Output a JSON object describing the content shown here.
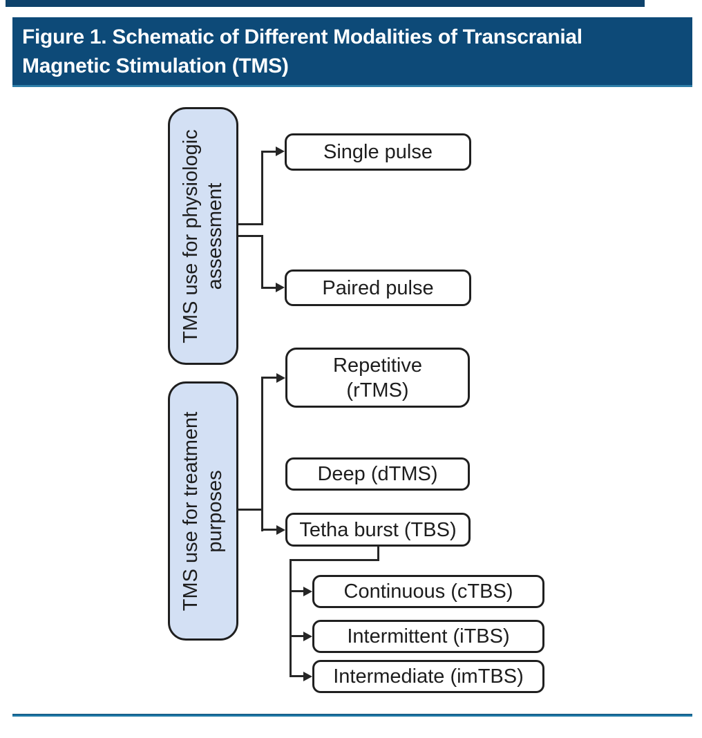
{
  "header": {
    "title_line1": "Figure 1. Schematic of Different Modalities of Transcranial",
    "title_line2": "Magnetic Stimulation (TMS)"
  },
  "diagram": {
    "categories": {
      "physiologic": {
        "line1": "TMS use for physiologic",
        "line2": "assessment"
      },
      "treatment": {
        "line1": "TMS use for treatment",
        "line2": "purposes"
      }
    },
    "nodes": {
      "single_pulse": "Single pulse",
      "paired_pulse": "Paired pulse",
      "repetitive_line1": "Repetitive",
      "repetitive_line2": "(rTMS)",
      "deep": "Deep (dTMS)",
      "theta_burst": "Tetha burst (TBS)",
      "continuous": "Continuous (cTBS)",
      "intermittent": "Intermittent (iTBS)",
      "intermediate": "Intermediate (imTBS)"
    }
  },
  "colors": {
    "banner_blue": "#0d4a78",
    "banner_edge_light_blue": "#2e7ea8",
    "category_fill": "#d3e0f4",
    "connector_line": "#262626",
    "bottom_rule_teal": "#1e76a4"
  }
}
